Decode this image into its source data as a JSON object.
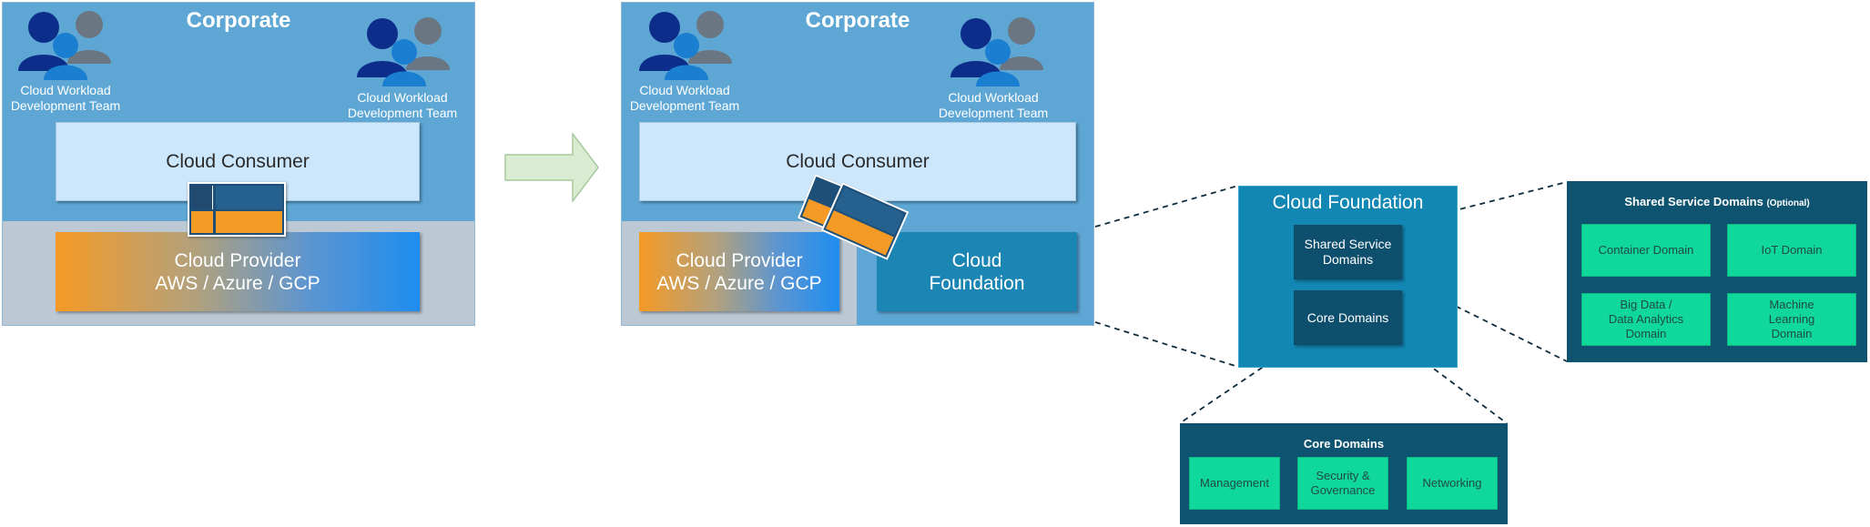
{
  "left_diagram": {
    "corporate_title": "Corporate",
    "team_left": [
      "Cloud Workload",
      "Development Team"
    ],
    "team_right": [
      "Cloud Workload",
      "Development Team"
    ],
    "consumer_label": "Cloud Consumer",
    "provider_line1": "Cloud Provider",
    "provider_line2": "AWS / Azure / GCP"
  },
  "right_diagram": {
    "corporate_title": "Corporate",
    "team_left": [
      "Cloud Workload",
      "Development Team"
    ],
    "team_right": [
      "Cloud Workload",
      "Development Team"
    ],
    "consumer_label": "Cloud Consumer",
    "provider_line1": "Cloud Provider",
    "provider_line2": "AWS / Azure / GCP",
    "foundation_line1": "Cloud",
    "foundation_line2": "Foundation"
  },
  "cloud_foundation": {
    "title": "Cloud Foundation",
    "shared_service_line1": "Shared Service",
    "shared_service_line2": "Domains",
    "core_domains": "Core Domains"
  },
  "shared_service_domains": {
    "title": "Shared Service Domains",
    "title_suffix": "(Optional)",
    "items": [
      {
        "lines": [
          "Container Domain"
        ]
      },
      {
        "lines": [
          "IoT Domain"
        ]
      },
      {
        "lines": [
          "Big Data /",
          "Data Analytics",
          "Domain"
        ]
      },
      {
        "lines": [
          "Machine",
          "Learning",
          "Domain"
        ]
      }
    ]
  },
  "core_domains_detail": {
    "title": "Core Domains",
    "items": [
      {
        "lines": [
          "Management"
        ]
      },
      {
        "lines": [
          "Security &",
          "Governance"
        ]
      },
      {
        "lines": [
          "Networking"
        ]
      }
    ]
  },
  "colors": {
    "corporate_blue": "#5ea7d5",
    "consumer_light": "#cce6fb",
    "foundation_blue": "#1287b3",
    "dark_teal": "#0e4f6e",
    "domain_green": "#10d79a",
    "person_dark": "#0c2e8a",
    "person_light": "#1a7fd0",
    "person_gray": "#6b7683"
  },
  "icons": [
    "people-group-icon",
    "arrow-right-icon",
    "architecture-thumbnail-icon"
  ]
}
